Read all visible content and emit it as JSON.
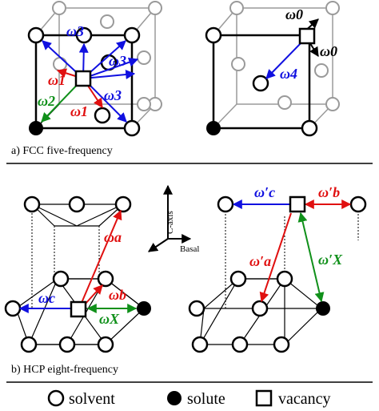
{
  "panels": {
    "fcc_caption": "a) FCC five-frequency",
    "hcp_caption": "b) HCP eight-frequency"
  },
  "jumps": {
    "fcc_left": {
      "w3_top": "ω3",
      "w3_right": "ω3",
      "w3_mid": "ω3",
      "w1_a": "ω1",
      "w2": "ω2",
      "w1_b": "ω1"
    },
    "fcc_right": {
      "w0_a": "ω0",
      "w0_b": "ω0",
      "w4": "ω4"
    },
    "hcp_left": {
      "wa": "ωa",
      "wb": "ωb",
      "wc": "ωc",
      "wx": "ωX"
    },
    "hcp_right": {
      "wc_p": "ω′c",
      "wb_p": "ω′b",
      "wa_p": "ω′a",
      "wx_p": "ω′X"
    }
  },
  "axes": {
    "c_axis": "C-axis",
    "basal": "Basal"
  },
  "legend": {
    "solvent": "solvent",
    "solute": "solute",
    "vacancy": "vacancy"
  },
  "colors": {
    "blue": "#1010e0",
    "red": "#e01010",
    "green": "#10901a",
    "black": "#000000",
    "gray": "#9a9a9a"
  }
}
